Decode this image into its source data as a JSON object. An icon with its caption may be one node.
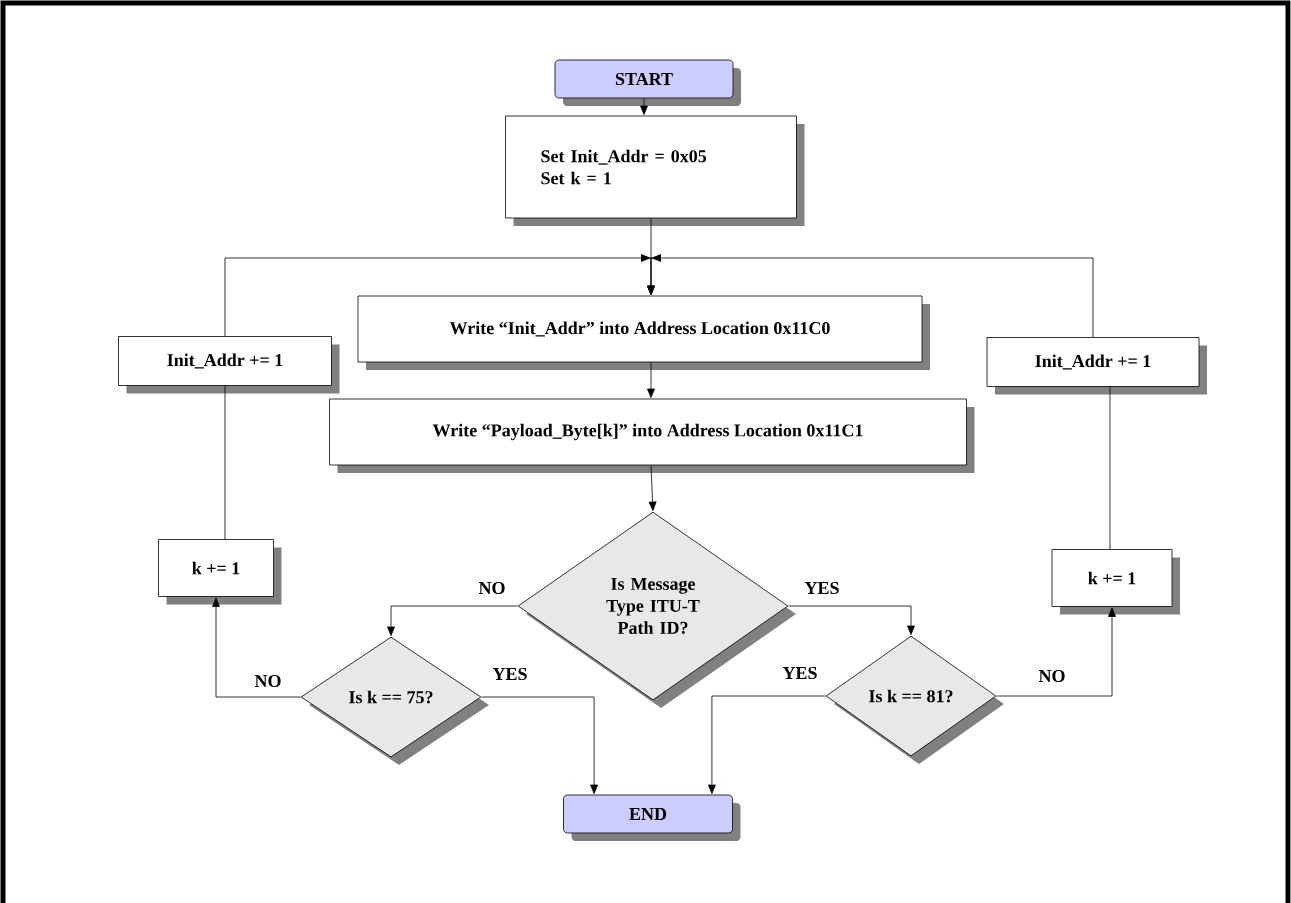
{
  "diagram": {
    "nodes": [
      {
        "text": [
          "START"
        ]
      },
      {
        "text": [
          "Set Init_Addr = 0x05",
          "Set k = 1"
        ]
      },
      {
        "text": [
          "Init_Addr += 1"
        ]
      },
      {
        "text": [
          "Write “Init_Addr” into Address Location 0x11C0"
        ]
      },
      {
        "text": [
          "Init_Addr += 1"
        ]
      },
      {
        "text": [
          "Write “Payload_Byte[k]” into Address Location 0x11C1"
        ]
      },
      {
        "text": [
          "k += 1"
        ]
      },
      {
        "text": [
          "Is Message Type ITU-T Path ID?"
        ]
      },
      {
        "text": [
          "k += 1"
        ]
      },
      {
        "text": [
          "Is k == 75?"
        ]
      },
      {
        "text": [
          "Is k == 81?"
        ]
      },
      {
        "text": [
          "END"
        ]
      }
    ],
    "edges": [
      {
        "from": 0,
        "to": 1,
        "arrow": "to"
      },
      {
        "from": 1,
        "to": 3,
        "arrow": "to"
      },
      {
        "from": 2,
        "to": 3,
        "arrow": "to"
      },
      {
        "from": 4,
        "to": 3,
        "arrow": "to"
      },
      {
        "from": 3,
        "to": 5,
        "arrow": "to"
      },
      {
        "from": 5,
        "to": 7,
        "arrow": "to"
      },
      {
        "from": 7,
        "to": 9,
        "arrow": "to",
        "label": "NO"
      },
      {
        "from": 7,
        "to": 10,
        "arrow": "to",
        "label": "YES"
      },
      {
        "from": 9,
        "to": 6,
        "arrow": "to",
        "label": "NO"
      },
      {
        "from": 9,
        "to": 11,
        "arrow": "to",
        "label": "YES"
      },
      {
        "from": 10,
        "to": 11,
        "arrow": "to",
        "label": "YES"
      },
      {
        "from": 10,
        "to": 8,
        "arrow": "to",
        "label": "NO"
      },
      {
        "from": 6,
        "to": 2,
        "arrow": "none"
      },
      {
        "from": 8,
        "to": 4,
        "arrow": "none"
      }
    ]
  }
}
